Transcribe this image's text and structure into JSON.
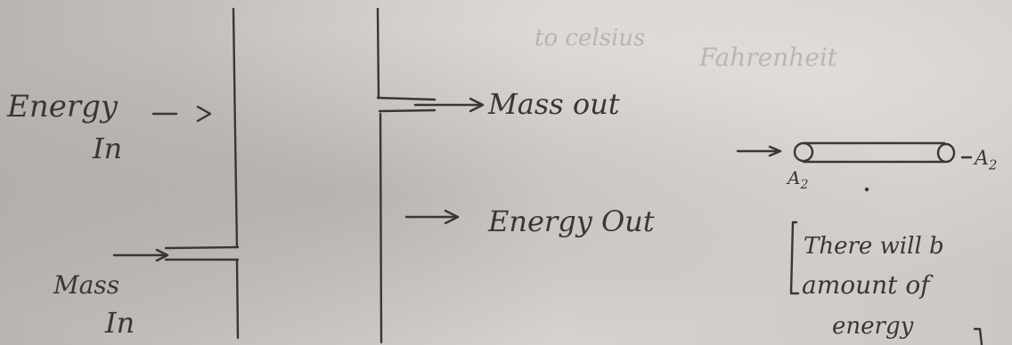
{
  "left_system": {
    "energy_in_label": "Energy",
    "energy_in_sub": "In",
    "mass_in_label": "Mass",
    "mass_in_sub": "In"
  },
  "right_system": {
    "mass_out_label": "Mass out",
    "energy_out_label": "Energy Out"
  },
  "pipe": {
    "inlet_label": "A",
    "inlet_subscript": "2",
    "outlet_label": "A",
    "outlet_subscript": "2"
  },
  "note": {
    "line1": "There will b",
    "line2": "amount of",
    "line3": "energy"
  },
  "bleed_through_text": {
    "line_a": "Fahrenheit",
    "line_b": "to celsius"
  },
  "colors": {
    "ink": "#3a3633",
    "paper": "#d6d3cf"
  }
}
